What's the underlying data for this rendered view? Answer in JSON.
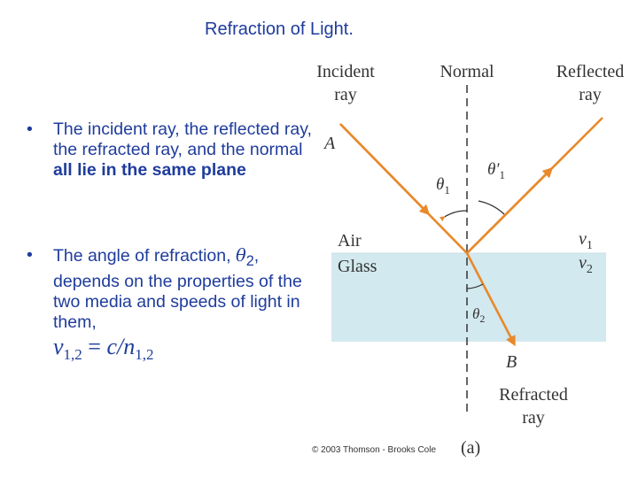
{
  "title": "Refraction of Light.",
  "bullets": {
    "b1_prefix": "The incident ray, the reflected ray, the refracted ray, and the normal ",
    "b1_bold": "all lie in the same plane",
    "b2_prefix": "The angle of refraction, ",
    "b2_theta": "θ",
    "b2_theta_sub": "2",
    "b2_suffix": ", depends on the properties of the two media and speeds of light in them,",
    "b2_formula_v": "v",
    "b2_formula_sub1": "1,2",
    "b2_formula_mid": " = ",
    "b2_formula_c": "c/n",
    "b2_formula_sub2": "1,2"
  },
  "diagram": {
    "incident_line1": "Incident",
    "incident_line2": "ray",
    "normal": "Normal",
    "reflected_line1": "Reflected",
    "reflected_line2": "ray",
    "refracted_line1": "Refracted",
    "refracted_line2": "ray",
    "point_a": "A",
    "point_b": "B",
    "theta1": "θ",
    "theta1_sub": "1",
    "theta1p": "θ′",
    "theta1p_sub": "1",
    "theta2": "θ",
    "theta2_sub": "2",
    "air": "Air",
    "glass": "Glass",
    "v1": "v",
    "v1_sub": "1",
    "v2": "v",
    "v2_sub": "2",
    "part": "(a)",
    "ray_color": "#e8892a",
    "glass_color": "#d2e9ef"
  },
  "copyright": "© 2003 Thomson - Brooks Cole"
}
